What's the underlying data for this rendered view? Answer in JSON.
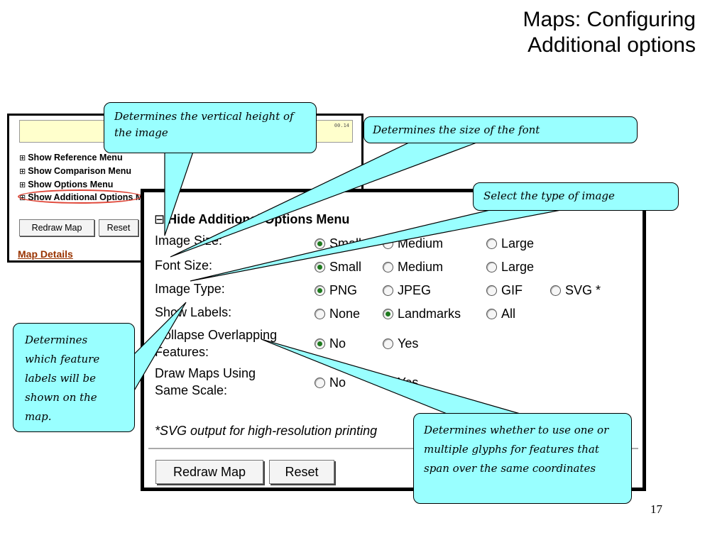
{
  "title": {
    "line1": "Maps: Configuring",
    "line2": "Additional options"
  },
  "page_number": "17",
  "small_screenshot": {
    "map_coord": "00.14",
    "menu_items": [
      {
        "symbol": "⊞",
        "label": "Show Reference Menu"
      },
      {
        "symbol": "⊞",
        "label": "Show Comparison Menu"
      },
      {
        "symbol": "⊞",
        "label": "Show Options Menu"
      },
      {
        "symbol": "⊞",
        "label": "Show Additional Options Menu"
      }
    ],
    "buttons": {
      "redraw": "Redraw Map",
      "reset": "Reset"
    },
    "map_details": "Map Details",
    "highlight_color": "#e0483a"
  },
  "big_screenshot": {
    "header": {
      "symbol": "⊟",
      "label": "Hide Additional Options Menu"
    },
    "options": [
      {
        "label": "Image Size:",
        "choices": [
          "Small",
          "Medium",
          "Large"
        ],
        "selected": "Small"
      },
      {
        "label": "Font Size:",
        "choices": [
          "Small",
          "Medium",
          "Large"
        ],
        "selected": "Small"
      },
      {
        "label": "Image Type:",
        "choices": [
          "PNG",
          "JPEG",
          "GIF",
          "SVG *"
        ],
        "selected": "PNG"
      },
      {
        "label": "Show Labels:",
        "choices": [
          "None",
          "Landmarks",
          "All"
        ],
        "selected": "Landmarks"
      },
      {
        "label_line1": "Collapse Overlapping",
        "label_line2": "Features:",
        "choices": [
          "No",
          "Yes"
        ],
        "selected": "No"
      },
      {
        "label_line1": "Draw Maps Using",
        "label_line2": "Same Scale:",
        "choices": [
          "No",
          "Yes"
        ],
        "selected": ""
      }
    ],
    "svg_note": "*SVG output for high-resolution printing",
    "buttons": {
      "redraw": "Redraw Map",
      "reset": "Reset"
    },
    "radio_selected_color": "#1f7a1f"
  },
  "callouts": {
    "image_height": "Determines the vertical height of the image",
    "font_size": "Determines the size of the font",
    "image_type": "Select the type of image",
    "labels": "Determines which feature labels will be shown on the map.",
    "glyphs": "Determines whether to use one or multiple glyphs for features that span over the same coordinates",
    "fill_color": "#99ffff"
  }
}
